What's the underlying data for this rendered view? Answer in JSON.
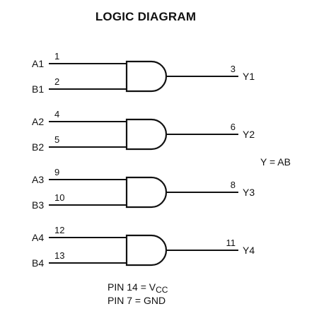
{
  "title": "LOGIC DIAGRAM",
  "equation": "Y = AB",
  "gates": [
    {
      "input_a": {
        "name": "A1",
        "pin": "1"
      },
      "input_b": {
        "name": "B1",
        "pin": "2"
      },
      "output": {
        "name": "Y1",
        "pin": "3"
      }
    },
    {
      "input_a": {
        "name": "A2",
        "pin": "4"
      },
      "input_b": {
        "name": "B2",
        "pin": "5"
      },
      "output": {
        "name": "Y2",
        "pin": "6"
      }
    },
    {
      "input_a": {
        "name": "A3",
        "pin": "9"
      },
      "input_b": {
        "name": "B3",
        "pin": "10"
      },
      "output": {
        "name": "Y3",
        "pin": "8"
      }
    },
    {
      "input_a": {
        "name": "A4",
        "pin": "12"
      },
      "input_b": {
        "name": "B4",
        "pin": "13"
      },
      "output": {
        "name": "Y4",
        "pin": "11"
      }
    }
  ],
  "notes": {
    "vcc_prefix": "PIN 14 = V",
    "vcc_subscript": "CC",
    "gnd": "PIN 7 = GND"
  },
  "colors": {
    "stroke": "#111111",
    "background": "#ffffff"
  }
}
